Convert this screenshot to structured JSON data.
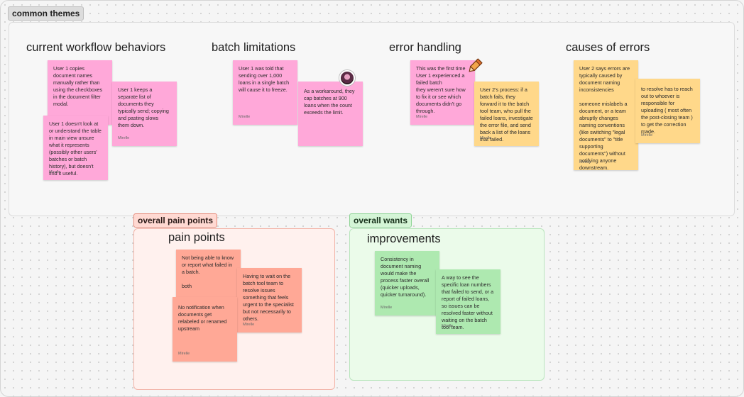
{
  "sections": {
    "common_themes": "common themes",
    "overall_pain_points": "overall pain points",
    "overall_wants": "overall wants"
  },
  "headings": {
    "current_workflow": "current workflow behaviors",
    "batch_limitations": "batch limitations",
    "error_handling": "error handling",
    "causes_of_errors": "causes of errors",
    "pain_points": "pain points",
    "improvements": "improvements"
  },
  "notes": {
    "cw1": {
      "text": "User 1 copies document names manually rather than using the checkboxes in the document filter modal.",
      "author": ""
    },
    "cw2": {
      "text": "User 1 keeps a separate list of documents they typically send; copying and pasting slows them down.",
      "author": "Mirelle"
    },
    "cw3": {
      "text": "User 1 doesn't look at or understand the table in main view unsure what it represents (possibly other users' batches or batch history), but doesn't find it useful.",
      "author": "Mirelle"
    },
    "bl1": {
      "text": "User 1 was told that sending over 1,000 loans in a single batch will cause it to freeze.",
      "author": "Mirelle"
    },
    "bl2": {
      "text": "As a workaround, they cap batches at 900 loans when the count exceeds the limit.",
      "author": ""
    },
    "eh1": {
      "text": "This was the first time User 1 experienced a failed batch\n they weren't sure how to fix it or see which documents didn't go through.",
      "author": "Mirelle"
    },
    "eh2": {
      "text": "User 2's process: if a batch fails, they forward it to the batch tool team, who pull the failed loans, investigate the error file, and send back a list of the loans that failed.",
      "author": "Mirelle"
    },
    "ce1": {
      "text": "User 2 says errors are typically caused by document naming inconsistencies\n\nsomeone mislabels a document, or a team abruptly changes naming conventions (like switching \"legal documents\" to \"title supporting documents\") without notifying anyone downstream.",
      "author": "Mirelle"
    },
    "ce2": {
      "text": "to resolve has to reach out to whoever is responsible for uploading ( most often the post-closing team ) to get the correction made.",
      "author": "Mirelle"
    },
    "pp1": {
      "text": "Not being able to know or report what failed in a batch.\n\nboth",
      "author": ""
    },
    "pp2": {
      "text": "Having to wait on the batch tool team to resolve issues something that feels urgent to the specialist but not necessarily to others.",
      "author": "Mirelle"
    },
    "pp3": {
      "text": "No notification when documents get relabeled or renamed upstream",
      "author": "Mirelle"
    },
    "im1": {
      "text": "Consistency in document naming would make the process faster overall (quicker uploads, quicker turnaround).",
      "author": "Mirelle"
    },
    "im2": {
      "text": "A way to see the specific loan numbers that failed to send, or a report of failed loans, so issues can be resolved faster without waiting on the batch tool team.",
      "author": "Mirelle"
    }
  },
  "colors": {
    "pink": "#ffa8d9",
    "yellow": "#ffd88a",
    "salmon": "#ffa896",
    "green": "#aee9b0"
  },
  "icons": {
    "avatar": "user-avatar",
    "cursor": "marker-cursor-icon"
  }
}
